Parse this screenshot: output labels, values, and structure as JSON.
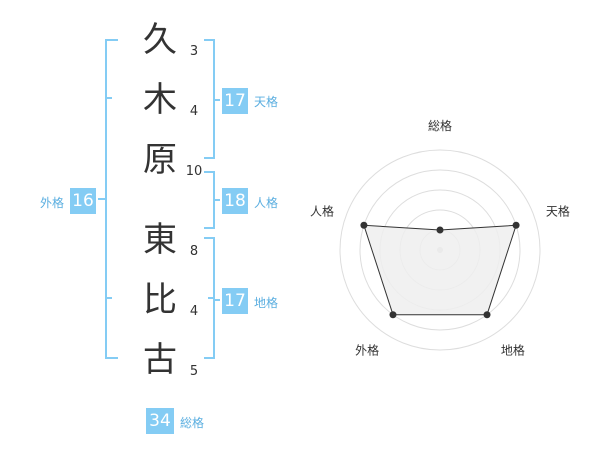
{
  "name": {
    "chars": [
      "久",
      "木",
      "原",
      "東",
      "比",
      "古"
    ],
    "strokes": [
      "3",
      "4",
      "10",
      "8",
      "4",
      "5"
    ]
  },
  "scores": {
    "tenkaku": {
      "value": "17",
      "label": "天格"
    },
    "jinkaku": {
      "value": "18",
      "label": "人格"
    },
    "chikaku": {
      "value": "17",
      "label": "地格"
    },
    "gaikaku": {
      "value": "16",
      "label": "外格"
    },
    "soukaku": {
      "value": "34",
      "label": "総格"
    }
  },
  "chart_data": {
    "type": "radar",
    "axes": [
      "総格",
      "天格",
      "地格",
      "外格",
      "人格"
    ],
    "values": [
      1,
      4,
      4,
      4,
      4
    ],
    "max": 5
  },
  "colors": {
    "accent": "#84ccf4",
    "bracket": "#84ccf4",
    "text": "#333333"
  }
}
